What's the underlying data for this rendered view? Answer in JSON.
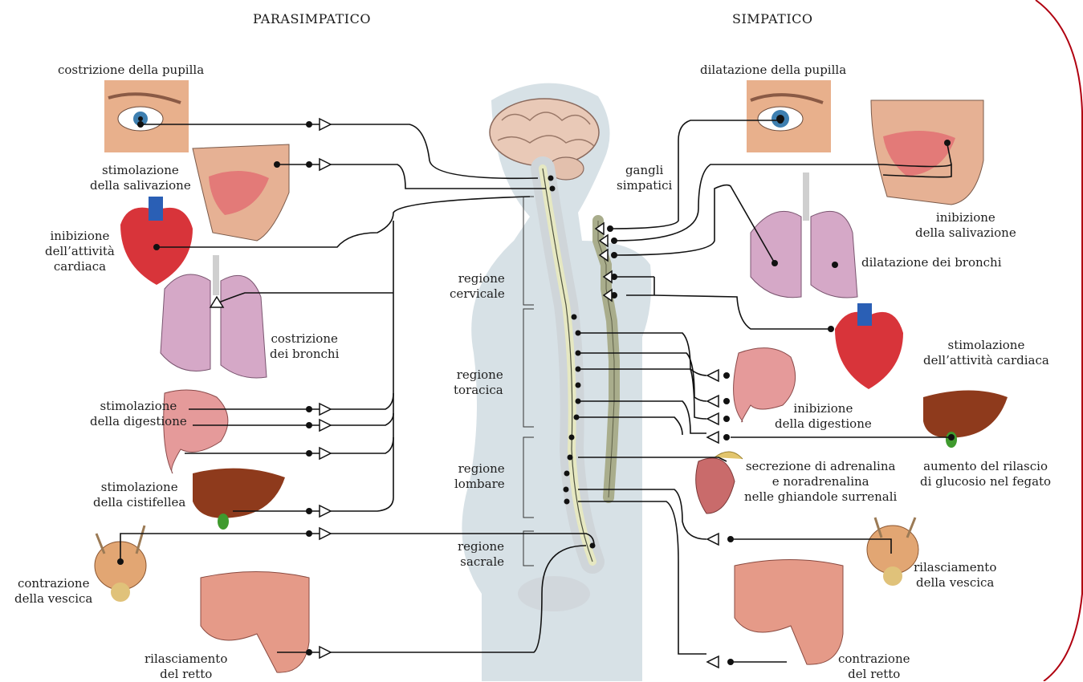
{
  "headers": {
    "parasympathetic": "PARASIMPATICO",
    "sympathetic": "SIMPATICO"
  },
  "center": {
    "ganglia_label_1": "gangli",
    "ganglia_label_2": "simpatici",
    "regions": [
      {
        "line1": "regione",
        "line2": "cervicale"
      },
      {
        "line1": "regione",
        "line2": "toracica"
      },
      {
        "line1": "regione",
        "line2": "lombare"
      },
      {
        "line1": "regione",
        "line2": "sacrale"
      }
    ]
  },
  "parasympathetic_effects": [
    {
      "line1": "costrizione della pupilla",
      "line2": ""
    },
    {
      "line1": "stimolazione",
      "line2": "della salivazione"
    },
    {
      "line1": "inibizione",
      "line2": "dell’attività",
      "line3": "cardiaca"
    },
    {
      "line1": "costrizione",
      "line2": "dei bronchi"
    },
    {
      "line1": "stimolazione",
      "line2": "della digestione"
    },
    {
      "line1": "stimolazione",
      "line2": "della cistifellea"
    },
    {
      "line1": "contrazione",
      "line2": "della vescica"
    },
    {
      "line1": "rilasciamento",
      "line2": "del retto"
    }
  ],
  "sympathetic_effects": [
    {
      "line1": "dilatazione della pupilla",
      "line2": ""
    },
    {
      "line1": "inibizione",
      "line2": "della salivazione"
    },
    {
      "line1": "dilatazione dei bronchi",
      "line2": ""
    },
    {
      "line1": "stimolazione",
      "line2": "dell’attività cardiaca"
    },
    {
      "line1": "inibizione",
      "line2": "della digestione"
    },
    {
      "line1": "aumento del rilascio",
      "line2": "di glucosio nel fegato"
    },
    {
      "line1": "secrezione di adrenalina",
      "line2": "e noradrenalina",
      "line3": "nelle ghiandole surrenali"
    },
    {
      "line1": "rilasciamento",
      "line2": "della vescica"
    },
    {
      "line1": "contrazione",
      "line2": "del retto"
    }
  ],
  "colors": {
    "body_silhouette": "#d7e1e6",
    "organ_pink": "#e59a9a",
    "heart_red": "#d8343a",
    "liver_brown": "#8e3a1c",
    "nerve_line": "#111111",
    "spinal_cord": "#e6e8c2",
    "ganglion_chain": "#a9ad8c",
    "border_red": "#b00010"
  }
}
